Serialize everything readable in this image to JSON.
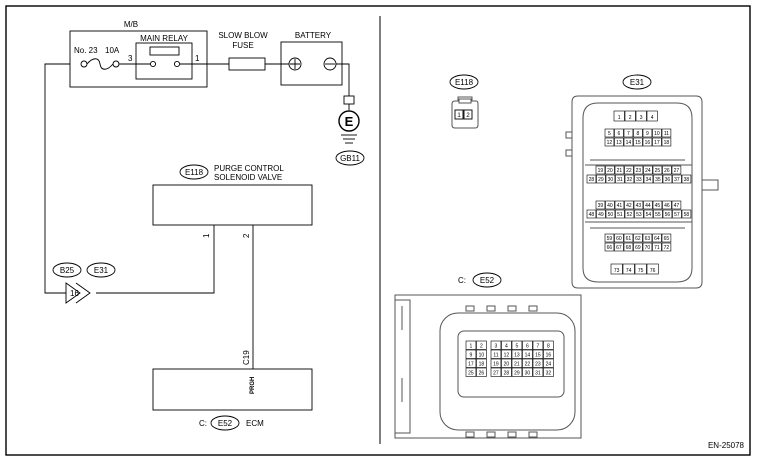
{
  "circuit": {
    "mb_label": "M/B",
    "fuse_no": "No. 23",
    "fuse_rating": "10A",
    "main_relay": "MAIN RELAY",
    "relay_pin_left": "3",
    "relay_pin_right": "1",
    "slow_blow_line1": "SLOW BLOW",
    "slow_blow_line2": "FUSE",
    "battery": "BATTERY",
    "ground_symbol": "E",
    "ground_code": "GB11",
    "valve_connector": "E118",
    "valve_line1": "PURGE CONTROL",
    "valve_line2": "SOLENOID VALVE",
    "valve_pin1": "1",
    "valve_pin2": "2",
    "junction_left": "B25",
    "junction_right": "E31",
    "junction_pin": "16",
    "ecm_pin": "C19",
    "ecm_signal": "PRGH",
    "ecm_prefix": "C:",
    "ecm_connector": "E52",
    "ecm_label": "ECM"
  },
  "connectors": {
    "e118_label": "E118",
    "e118_pins": [
      "1",
      "2"
    ],
    "e31_label": "E31",
    "e31_row1": [
      "1",
      "2",
      "3",
      "4"
    ],
    "e31_row2": [
      "5",
      "6",
      "7",
      "8",
      "9",
      "10",
      "11"
    ],
    "e31_row3": [
      "12",
      "13",
      "14",
      "15",
      "16",
      "17",
      "18"
    ],
    "e31_row4": [
      "19",
      "20",
      "21",
      "22",
      "23",
      "24",
      "25",
      "26",
      "27"
    ],
    "e31_row5": [
      "28",
      "29",
      "30",
      "31",
      "32",
      "33",
      "34",
      "35",
      "36",
      "37",
      "38"
    ],
    "e31_row6": [
      "39",
      "40",
      "41",
      "42",
      "43",
      "44",
      "45",
      "46",
      "47"
    ],
    "e31_row7": [
      "48",
      "49",
      "50",
      "51",
      "52",
      "53",
      "54",
      "55",
      "56",
      "57",
      "58"
    ],
    "e31_row8": [
      "59",
      "60",
      "61",
      "62",
      "63",
      "64",
      "65"
    ],
    "e31_row9": [
      "66",
      "67",
      "68",
      "69",
      "70",
      "71",
      "72"
    ],
    "e31_row10": [
      "73",
      "74",
      "75",
      "76"
    ],
    "e52_prefix": "C:",
    "e52_label": "E52",
    "e52_row1": [
      "1",
      "2",
      "3",
      "4",
      "5",
      "6",
      "7",
      "8"
    ],
    "e52_row2": [
      "9",
      "10",
      "11",
      "12",
      "13",
      "14",
      "15",
      "16"
    ],
    "e52_row3": [
      "17",
      "18",
      "19",
      "20",
      "21",
      "22",
      "23",
      "24"
    ],
    "e52_row4": [
      "25",
      "26",
      "27",
      "28",
      "29",
      "30",
      "31",
      "32"
    ]
  },
  "figure_code": "EN-25078"
}
